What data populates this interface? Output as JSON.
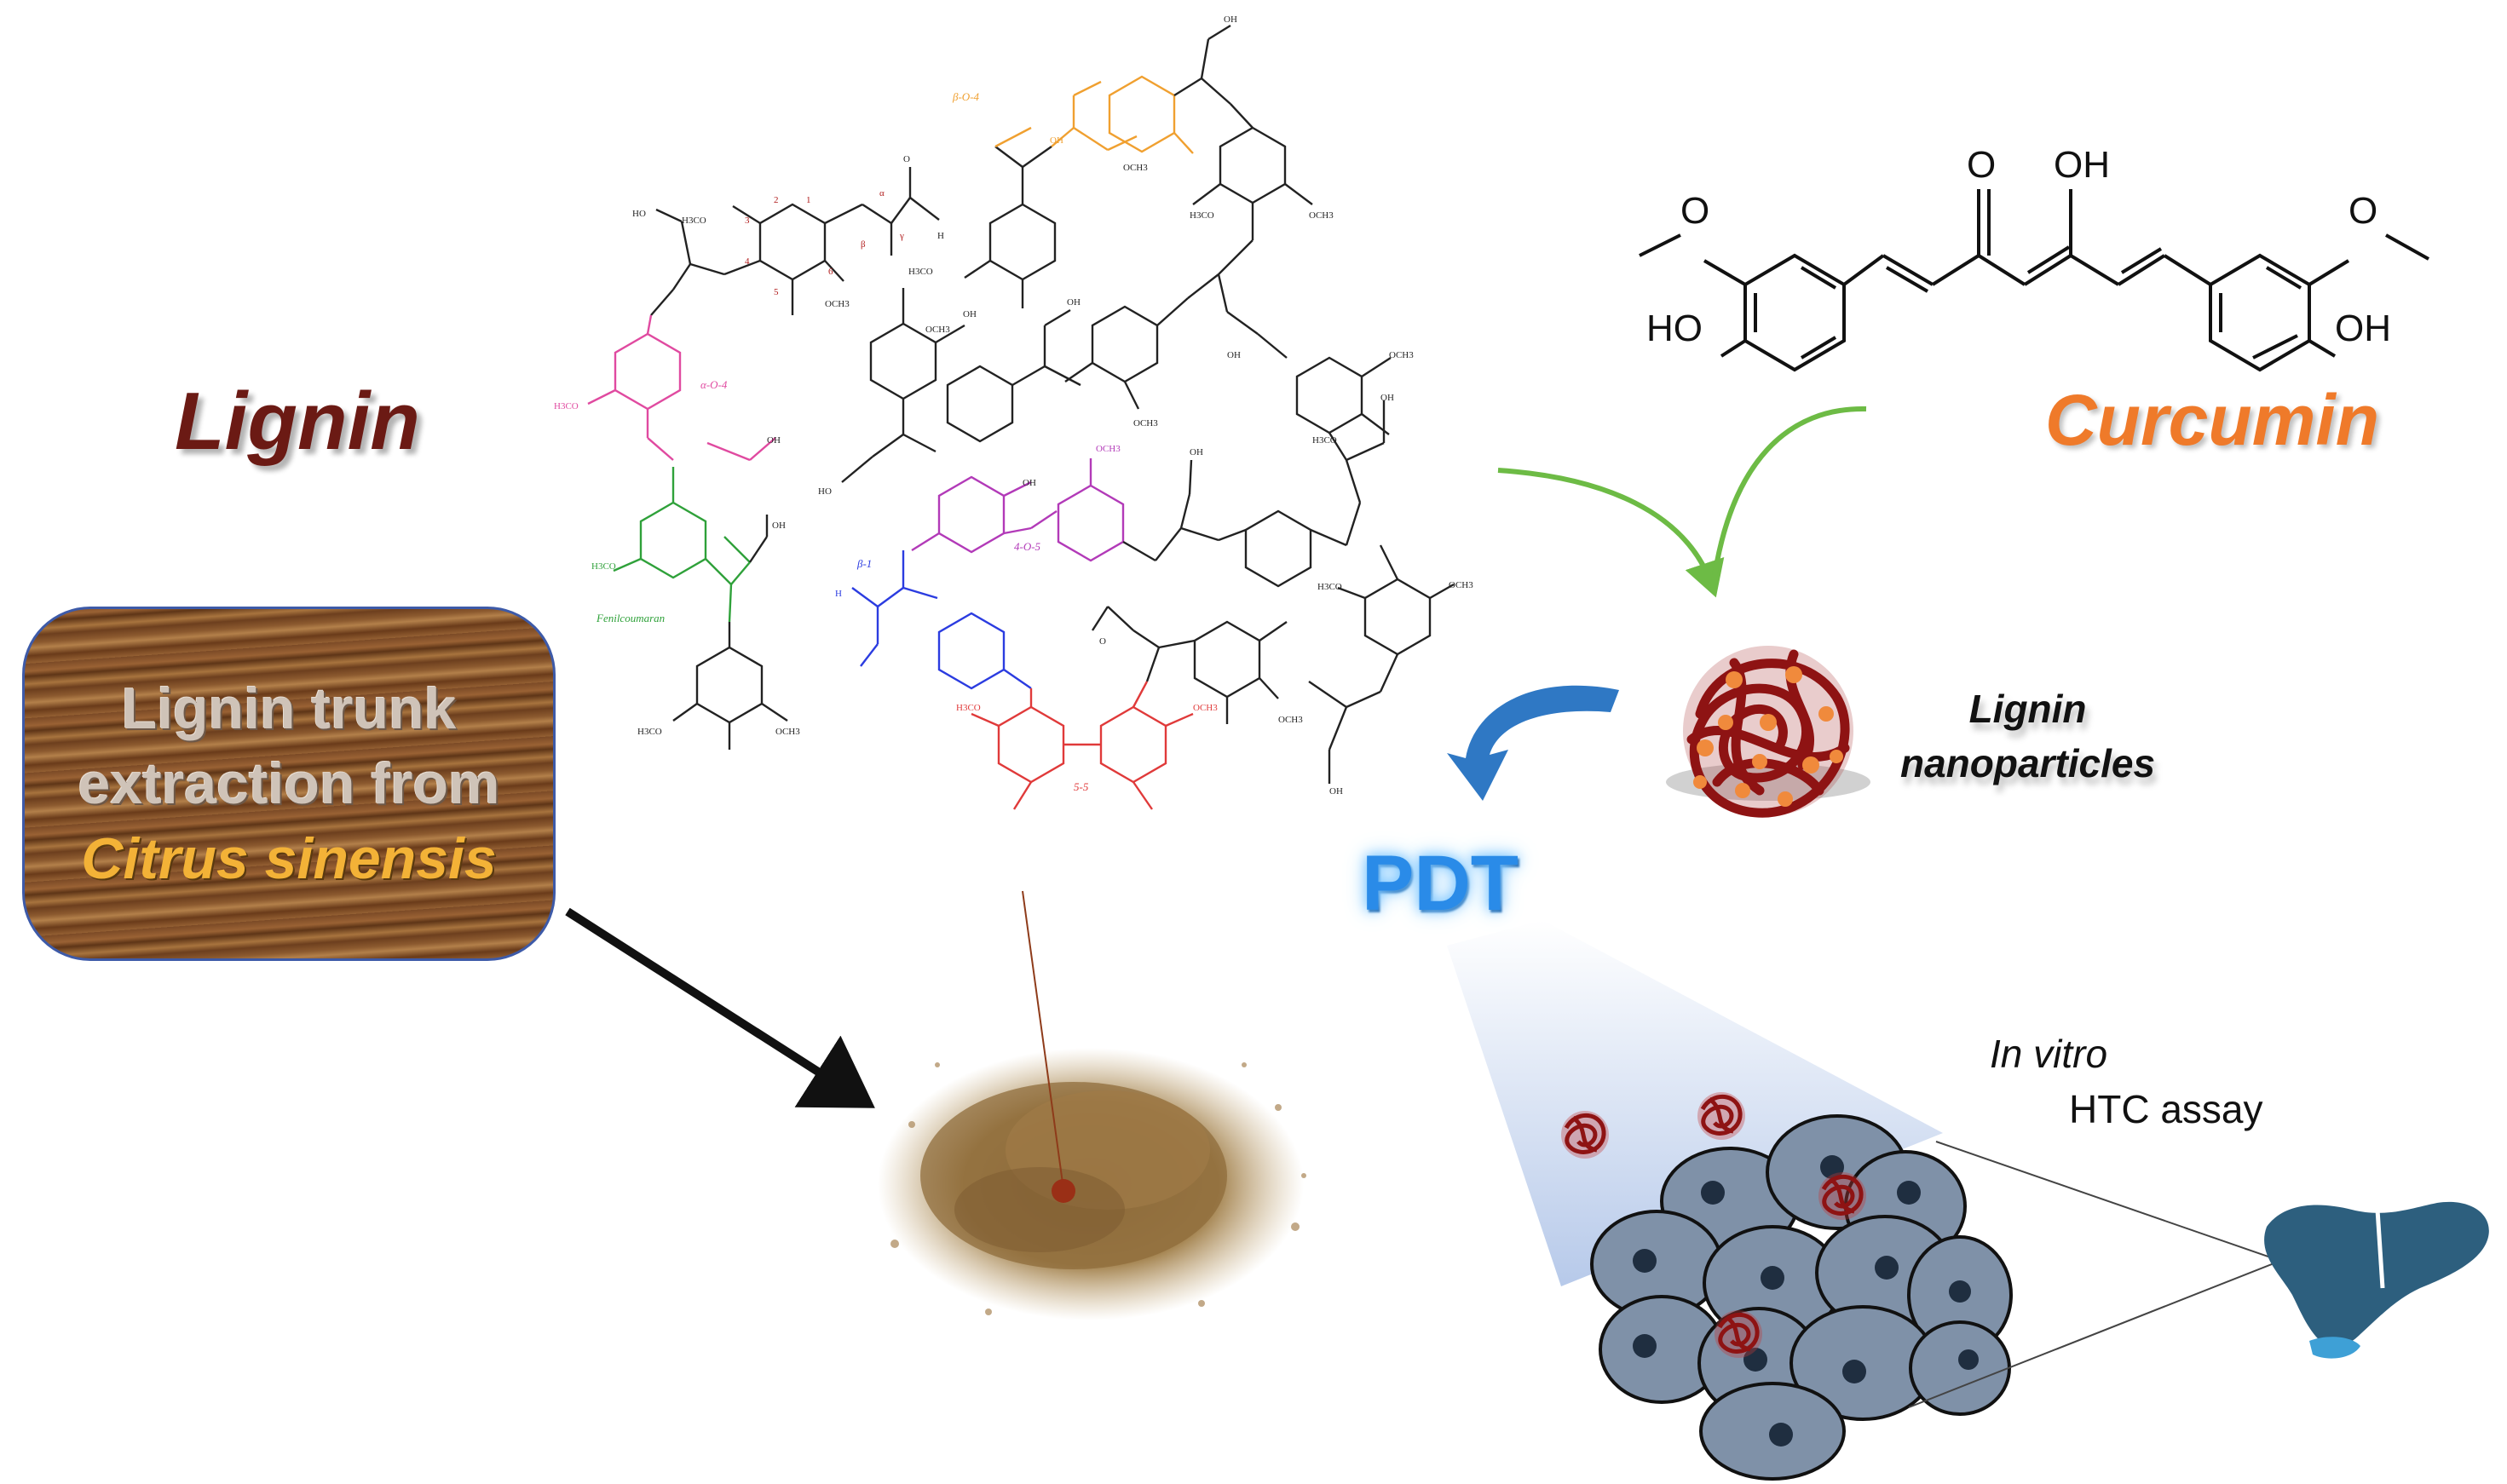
{
  "titles": {
    "lignin": "Lignin",
    "curcumin": "Curcumin"
  },
  "trunk_box": {
    "line1": "Lignin trunk",
    "line2": "extraction from",
    "species": "Citrus sinensis"
  },
  "nanoparticles_label": {
    "line1": "Lignin",
    "line2": "nanoparticles"
  },
  "pdt_label": "PDT",
  "assay": {
    "line1": "In vitro",
    "line2": "HTC assay"
  },
  "curcumin_structure": {
    "o_label": "O",
    "oh_label": "OH",
    "ho_left": "HO",
    "oh_right": "OH"
  },
  "lignin_linkages": {
    "b_o_4": "β-O-4",
    "a_o_4": "α-O-4",
    "b_1": "β-1",
    "o4_5": "4-O-5",
    "five_five": "5-5",
    "fenilcoumaran": "Fenilcoumaran"
  },
  "lignin_atoms": {
    "oh": "OH",
    "och3": "OCH3",
    "h3co": "H3CO",
    "ho": "HO",
    "h": "H",
    "alpha": "α",
    "beta": "β",
    "gamma": "γ",
    "n1": "1",
    "n2": "2",
    "n3": "3",
    "n4": "4",
    "n5": "5",
    "n6": "6"
  },
  "colors": {
    "lignin_title": "#6b1a14",
    "curcumin_title": "#ef7a2a",
    "pdt": "#2a8be8",
    "arrow_green": "#6dbb45",
    "arrow_blue": "#2f78c4",
    "nanoparticle": "#8e1313",
    "nanoparticle_dots": "#f08a3c",
    "cells": "#7f91a8",
    "liver": "#2d5f7e",
    "gall_bladder": "#3ea0d6",
    "b_o_4": "#f0a030",
    "a_o_4": "#e04aa0",
    "b_1": "#2b3ce0",
    "o4_5": "#b23ab8",
    "five_five": "#e03a3a",
    "fenilcoumaran": "#2fa13a"
  }
}
